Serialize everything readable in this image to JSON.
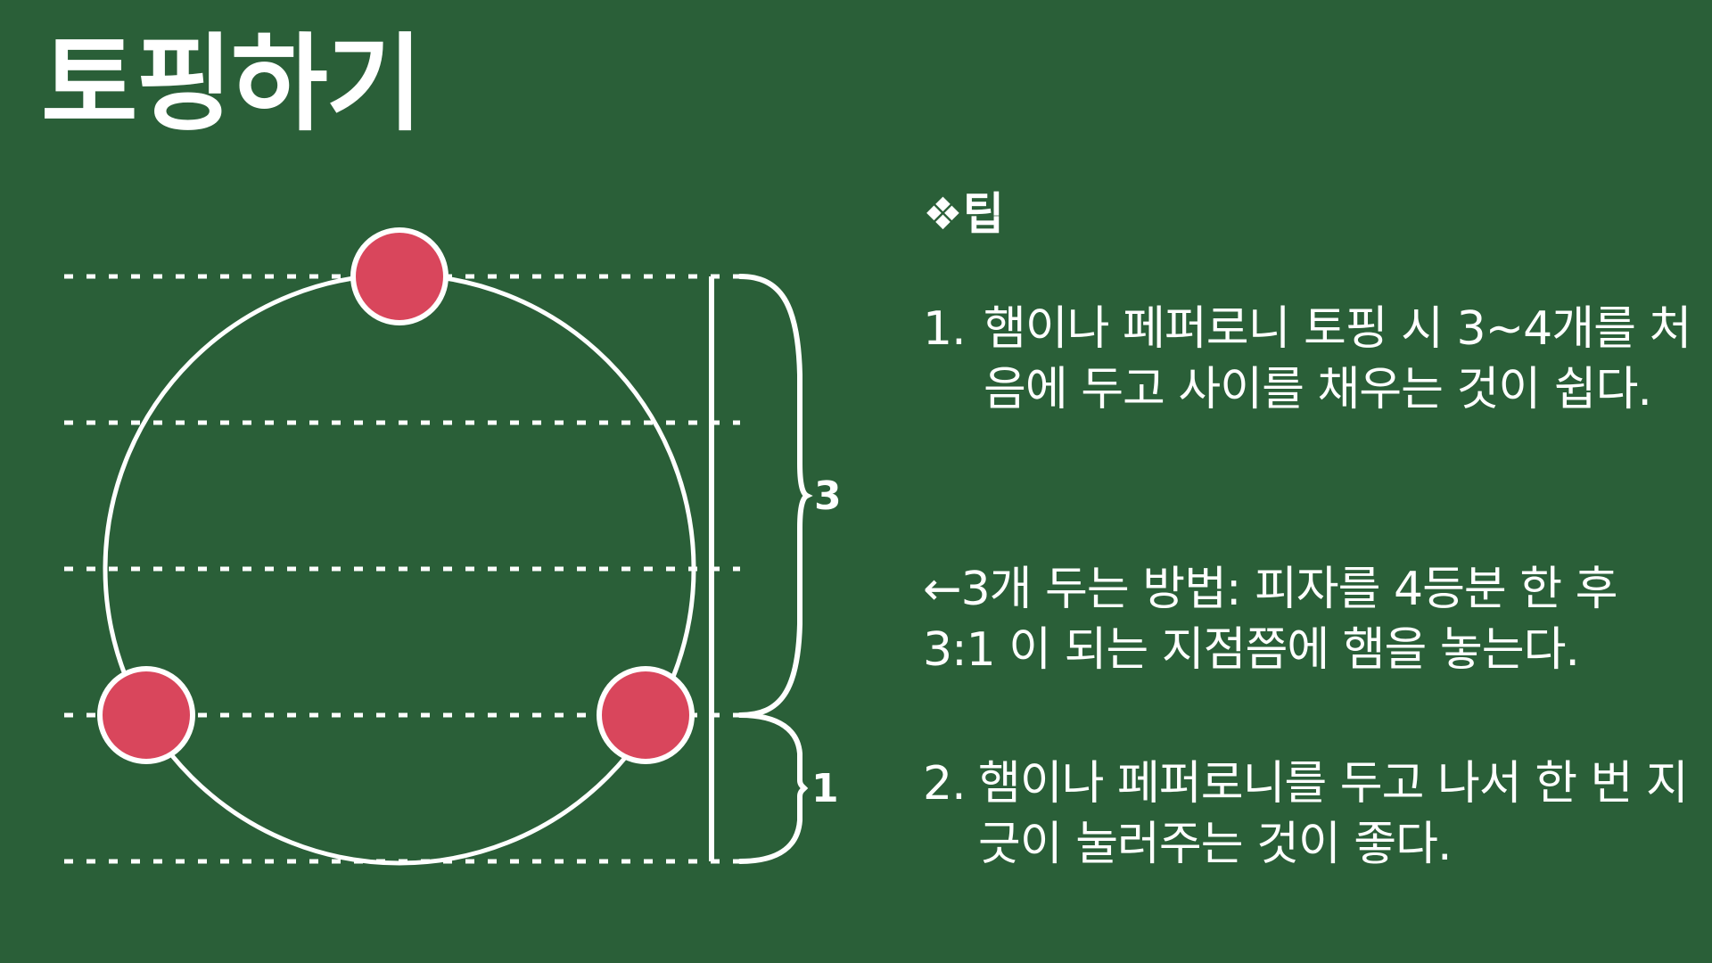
{
  "title": "토핑하기",
  "tip": {
    "icon": "diamond-bullet-icon",
    "heading": "❖팁"
  },
  "items": [
    {
      "number": "1.",
      "text": "햄이나 페퍼로니 토핑 시 3~4개를 처음에 두고 사이를 채우는 것이 쉽다."
    },
    {
      "text": "←3개 두는 방법: 피자를 4등분 한 후 3:1 이 되는 지점쯤에 햄을 놓는다."
    },
    {
      "number": "2.",
      "text": "햄이나 페퍼로니를 두고 나서 한 번 지긋이 눌러주는 것이 좋다."
    }
  ],
  "diagram": {
    "ratio_labels": {
      "upper": "3",
      "lower": "1"
    },
    "guide_line_count": 5,
    "topping_count": 3,
    "colors": {
      "background": "#2a5f38",
      "line": "#ffffff",
      "topping": "#d9465c"
    }
  }
}
